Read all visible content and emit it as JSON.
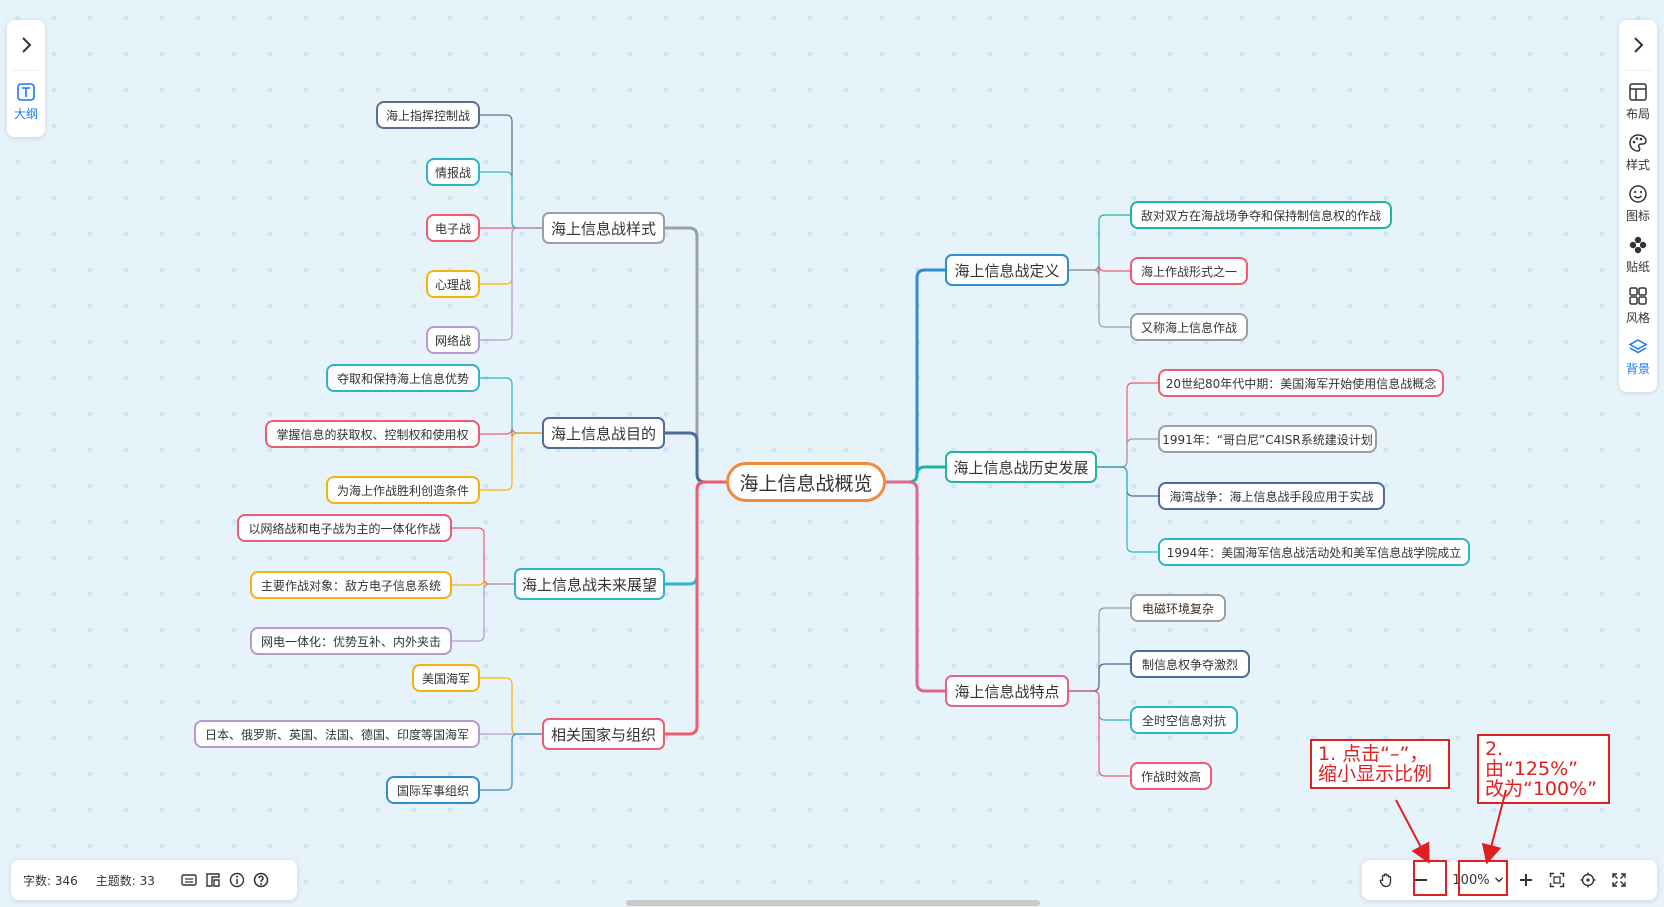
{
  "mindmap": {
    "root": {
      "label": "海上信息战概览",
      "color": "#f08a3c"
    },
    "branches": [
      {
        "id": "b0",
        "label": "海上信息战样式",
        "side": "left",
        "color": "#9aa0a6",
        "children": [
          {
            "label": "海上指挥控制战",
            "color": "#5b6e8c"
          },
          {
            "label": "情报战",
            "color": "#2eb3c9"
          },
          {
            "label": "电子战",
            "color": "#ee5c6f"
          },
          {
            "label": "心理战",
            "color": "#f6b20b"
          },
          {
            "label": "网络战",
            "color": "#b59ad1"
          }
        ]
      },
      {
        "id": "b1",
        "label": "海上信息战目的",
        "side": "left",
        "color": "#4e6c96",
        "children": [
          {
            "label": "夺取和保持海上信息优势",
            "color": "#2eb3c9"
          },
          {
            "label": "掌握信息的获取权、控制权和使用权",
            "color": "#ee5c6f"
          },
          {
            "label": "为海上作战胜利创造条件",
            "color": "#f6b20b"
          }
        ]
      },
      {
        "id": "b2",
        "label": "海上信息战未来展望",
        "side": "left",
        "color": "#2eb3c9",
        "children": [
          {
            "label": "以网络战和电子战为主的一体化作战",
            "color": "#ee5c6f"
          },
          {
            "label": "主要作战对象：敌方电子信息系统",
            "color": "#f6b20b"
          },
          {
            "label": "网电一体化：优势互补、内外夹击",
            "color": "#b59ad1"
          }
        ]
      },
      {
        "id": "b3",
        "label": "相关国家与组织",
        "side": "left",
        "color": "#ee5c6f",
        "children": [
          {
            "label": "美国海军",
            "color": "#f6b20b"
          },
          {
            "label": "日本、俄罗斯、英国、法国、德国、印度等国海军",
            "color": "#b59ad1"
          },
          {
            "label": "国际军事组织",
            "color": "#2e8fd0"
          }
        ]
      },
      {
        "id": "b4",
        "label": "海上信息战定义",
        "side": "right",
        "color": "#2e8fd0",
        "children": [
          {
            "label": "敌对双方在海战场争夺和保持制信息权的作战",
            "color": "#1fb59a"
          },
          {
            "label": "海上作战形式之一",
            "color": "#ee5c6f"
          },
          {
            "label": "又称海上信息作战",
            "color": "#9aa0a6"
          }
        ]
      },
      {
        "id": "b5",
        "label": "海上信息战历史发展",
        "side": "right",
        "color": "#1fb59a",
        "children": [
          {
            "label": "20世纪80年代中期：美国海军开始使用信息战概念",
            "color": "#ee5c6f"
          },
          {
            "label": "1991年：“哥白尼”C4ISR系统建设计划",
            "color": "#9aa0a6"
          },
          {
            "label": "海湾战争：海上信息战手段应用于实战",
            "color": "#4e6c96"
          },
          {
            "label": "1994年：美国海军信息战活动处和美军信息战学院成立",
            "color": "#2eb3c9"
          }
        ]
      },
      {
        "id": "b6",
        "label": "海上信息战特点",
        "side": "right",
        "color": "#e2648a",
        "children": [
          {
            "label": "电磁环境复杂",
            "color": "#9aa0a6"
          },
          {
            "label": "制信息权争夺激烈",
            "color": "#4e6c96"
          },
          {
            "label": "全时空信息对抗",
            "color": "#2eb3c9"
          },
          {
            "label": "作战时效高",
            "color": "#ee5c6f"
          }
        ]
      }
    ]
  },
  "left_panel": {
    "collapse_icon": "chevron-right-icon",
    "outline_label": "大纲",
    "outline_icon": "text-box-icon",
    "accent": "#1677ff"
  },
  "right_panel": {
    "collapse_icon": "chevron-right-icon",
    "items": [
      {
        "key": "layout",
        "label": "布局",
        "icon": "layout-icon"
      },
      {
        "key": "style",
        "label": "样式",
        "icon": "palette-icon"
      },
      {
        "key": "icon",
        "label": "图标",
        "icon": "smiley-icon"
      },
      {
        "key": "sticker",
        "label": "贴纸",
        "icon": "flower-icon"
      },
      {
        "key": "theme",
        "label": "风格",
        "icon": "grid-icon"
      },
      {
        "key": "background",
        "label": "背景",
        "icon": "layers-icon",
        "active": true
      }
    ]
  },
  "status": {
    "word_count": "字数: 346",
    "topic_count": "主题数: 33"
  },
  "zoom": {
    "value": "100%"
  },
  "annotations": {
    "step1_line1": "1. 点击“–”，",
    "step1_line2": "缩小显示比例",
    "step2_line1": "2. 由“125%”",
    "step2_line2": "改为“100%”",
    "color": "#e02020"
  }
}
